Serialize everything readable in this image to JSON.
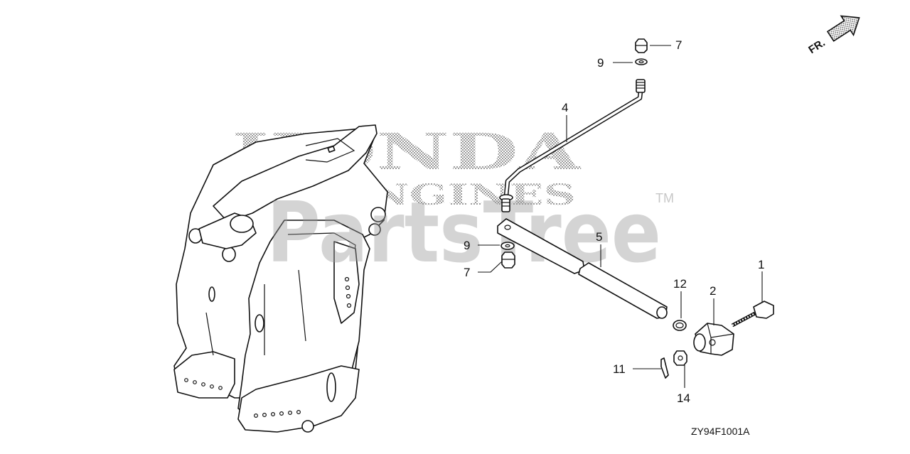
{
  "diagram": {
    "drawing_code": "ZY94F1001A",
    "direction_label": "FR.",
    "watermark": {
      "brand": "HONDA",
      "subtitle": "ENGINES",
      "site": "PartsTree",
      "trademark": "TM"
    },
    "callouts": [
      {
        "id": "c7a",
        "label": "7"
      },
      {
        "id": "c9a",
        "label": "9"
      },
      {
        "id": "c4",
        "label": "4"
      },
      {
        "id": "c5",
        "label": "5"
      },
      {
        "id": "c9b",
        "label": "9"
      },
      {
        "id": "c7b",
        "label": "7"
      },
      {
        "id": "c1",
        "label": "1"
      },
      {
        "id": "c12",
        "label": "12"
      },
      {
        "id": "c2",
        "label": "2"
      },
      {
        "id": "c11",
        "label": "11"
      },
      {
        "id": "c14",
        "label": "14"
      }
    ]
  }
}
